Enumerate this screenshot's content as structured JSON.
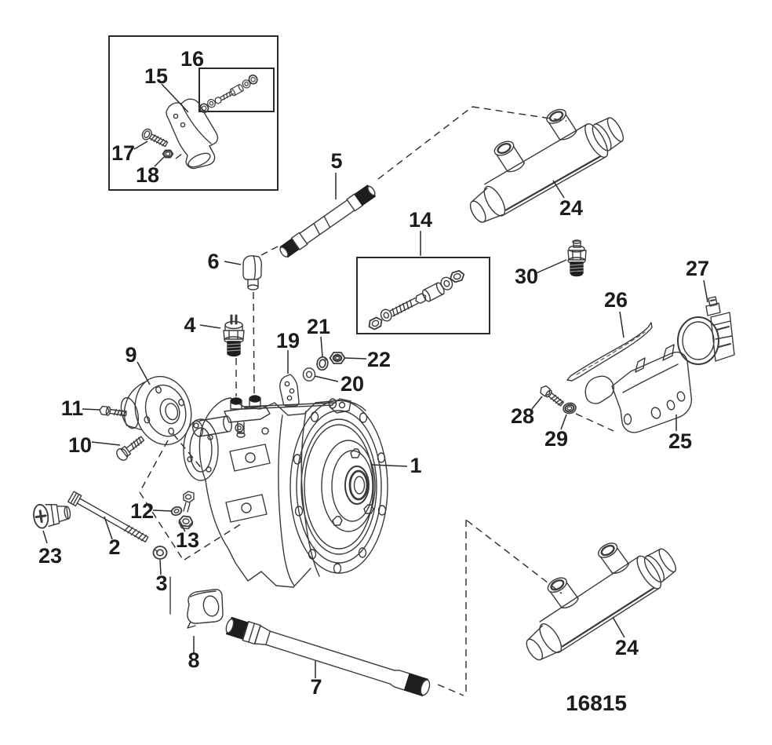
{
  "diagram": {
    "drawing_number": "16815",
    "callouts": [
      "1",
      "2",
      "3",
      "4",
      "5",
      "6",
      "7",
      "8",
      "9",
      "10",
      "11",
      "12",
      "13",
      "14",
      "15",
      "16",
      "17",
      "18",
      "19",
      "20",
      "21",
      "22",
      "23",
      "24",
      "25",
      "26",
      "27",
      "28",
      "29",
      "30"
    ],
    "colors": {
      "background": "#ffffff",
      "line": "#3a3a3a",
      "label": "#1c1c1c"
    }
  }
}
